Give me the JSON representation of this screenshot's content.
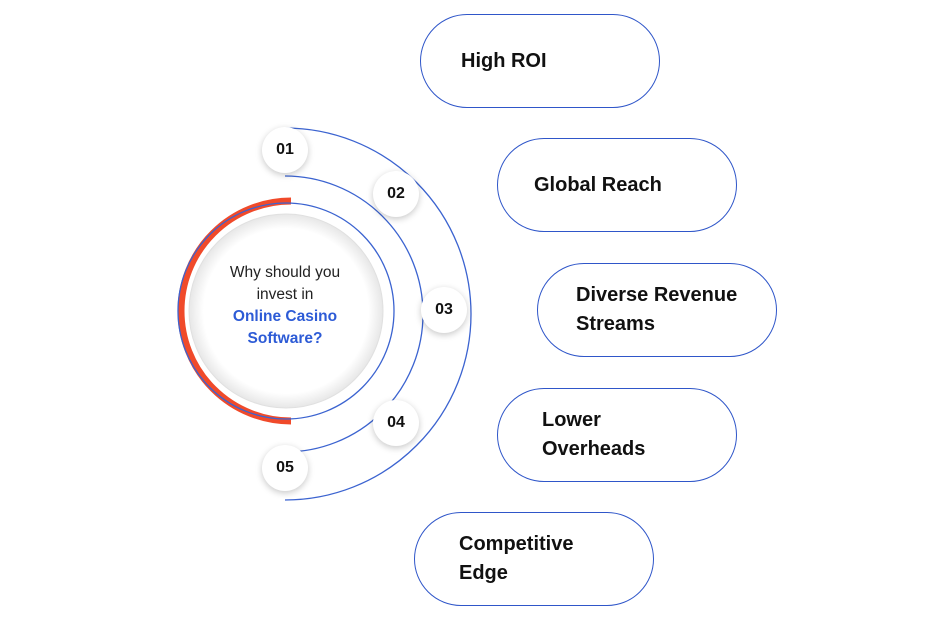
{
  "center": {
    "line1": "Why should you",
    "line2": "invest in",
    "line3": "Online Casino",
    "line4": "Software?"
  },
  "colors": {
    "accent_blue": "#2d5bd6",
    "arc_red": "#f04a2a",
    "outline_blue": "#2f56c9"
  },
  "steps": [
    "01",
    "02",
    "03",
    "04",
    "05"
  ],
  "benefits": [
    "High ROI",
    "Global Reach",
    "Diverse Revenue Streams",
    "Lower Overheads",
    "Competitive Edge"
  ]
}
